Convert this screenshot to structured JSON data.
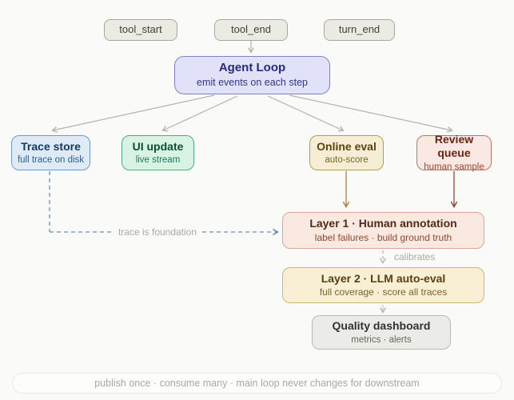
{
  "events": [
    {
      "label": "tool_start"
    },
    {
      "label": "tool_end"
    },
    {
      "label": "turn_end"
    }
  ],
  "agent_loop": {
    "title": "Agent Loop",
    "subtitle": "emit events on each step"
  },
  "consumers": [
    {
      "title": "Trace store",
      "subtitle": "full trace on disk",
      "accent": "#6f99c8"
    },
    {
      "title": "UI update",
      "subtitle": "live stream",
      "accent": "#53a87f"
    },
    {
      "title": "Online eval",
      "subtitle": "auto-score",
      "accent": "#b39d53"
    },
    {
      "title": "Review queue",
      "subtitle": "human sample",
      "accent": "#bf7662"
    }
  ],
  "layer1": {
    "title": "Layer 1 · Human annotation",
    "subtitle": "label failures · build ground truth"
  },
  "layer2": {
    "title": "Layer 2 · LLM auto-eval",
    "subtitle": "full coverage · score all traces"
  },
  "dashboard": {
    "title": "Quality dashboard",
    "subtitle": "metrics · alerts"
  },
  "edge_labels": {
    "trace_is_foundation": "trace is foundation",
    "calibrates": "calibrates"
  },
  "footer": {
    "text": "publish once · consume many · main loop never changes for downstream"
  },
  "colors": {
    "background": "#fafaf8",
    "arrow_gray": "#b3b3ac",
    "dashed_blue": "#6e8fb5",
    "line_olive": "#a3863a",
    "line_brick": "#8f4a36",
    "edge_label_gray": "#a9a9a3"
  }
}
